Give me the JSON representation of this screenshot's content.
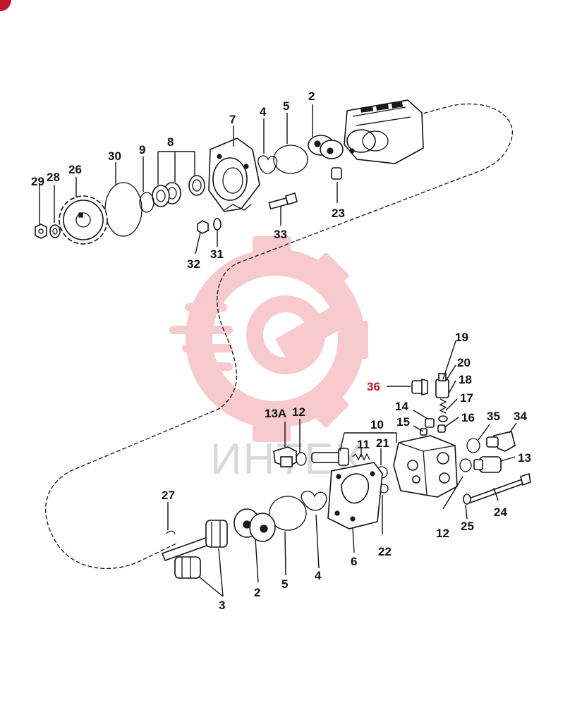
{
  "diagram": {
    "watermark_text": "ИНТЕХ",
    "upper_assembly_labels": {
      "l2": "2",
      "l4": "4",
      "l5": "5",
      "l7": "7",
      "l8": "8",
      "l9": "9",
      "l23": "23",
      "l26": "26",
      "l28": "28",
      "l29": "29",
      "l30": "30",
      "l31": "31",
      "l32": "32",
      "l33": "33"
    },
    "lower_assembly_labels": {
      "l2b": "2",
      "l3": "3",
      "l4b": "4",
      "l5b": "5",
      "l6": "6",
      "l10": "10",
      "l11": "11",
      "l12a": "12",
      "l12b": "12",
      "l13": "13",
      "l13a": "13A",
      "l14": "14",
      "l15": "15",
      "l16": "16",
      "l17": "17",
      "l18": "18",
      "l19": "19",
      "l20": "20",
      "l21": "21",
      "l22": "22",
      "l24": "24",
      "l25": "25",
      "l27": "27",
      "l34": "34",
      "l35": "35",
      "l36": "36"
    },
    "colors": {
      "ink": "#111111",
      "highlight": "#c4162a",
      "watermark": "#f2a0a6"
    }
  }
}
